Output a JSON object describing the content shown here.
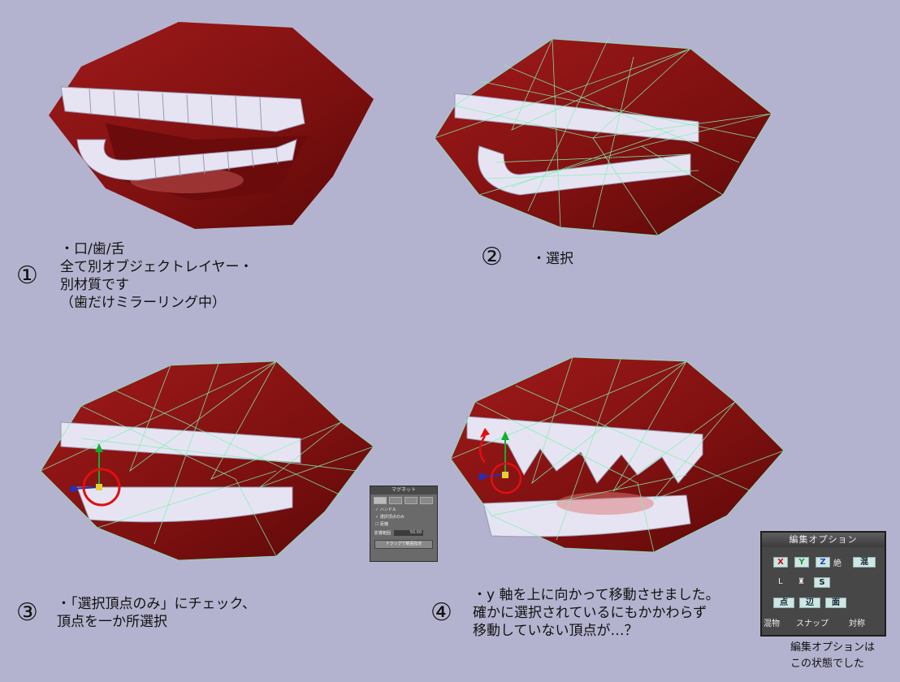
{
  "steps": [
    {
      "number": "①",
      "caption": "・口/歯/舌\n全て別オブジェクトレイヤー・\n別材質です\n（歯だけミラーリング中）"
    },
    {
      "number": "②",
      "caption": "・選択"
    },
    {
      "number": "③",
      "caption": "・「選択頂点のみ」にチェック、\n頂点を一か所選択"
    },
    {
      "number": "④",
      "caption": "・y 軸を上に向かって移動させました。\n確かに選択されているにもかかわらず\n移動していない頂点が…？"
    }
  ],
  "magnet_panel": {
    "title": "マグネット",
    "options": [
      "ハンドル",
      "選択頂点のみ",
      "距離"
    ],
    "range_label": "影響範囲",
    "range_value": "50.00",
    "drag_button": "ドラッグで範囲指定"
  },
  "edit_options": {
    "title": "編集オプション",
    "axis_x": "X",
    "axis_y": "Y",
    "axis_z": "Z",
    "abs_label": "絶",
    "multi_label": "混",
    "l_label": "L",
    "s_label": "S",
    "point": "点",
    "edge": "辺",
    "face": "面",
    "mix_label": "混物",
    "snap_label": "スナップ",
    "sym_label": "対称"
  },
  "edit_options_note": "編集オプションは\nこの状態でした",
  "colors": {
    "background": "#b4b3cf",
    "mouth": "#8e1717",
    "teeth": "#e6e4f2",
    "wire": "#7ff0b4",
    "selection": "#e01010"
  }
}
